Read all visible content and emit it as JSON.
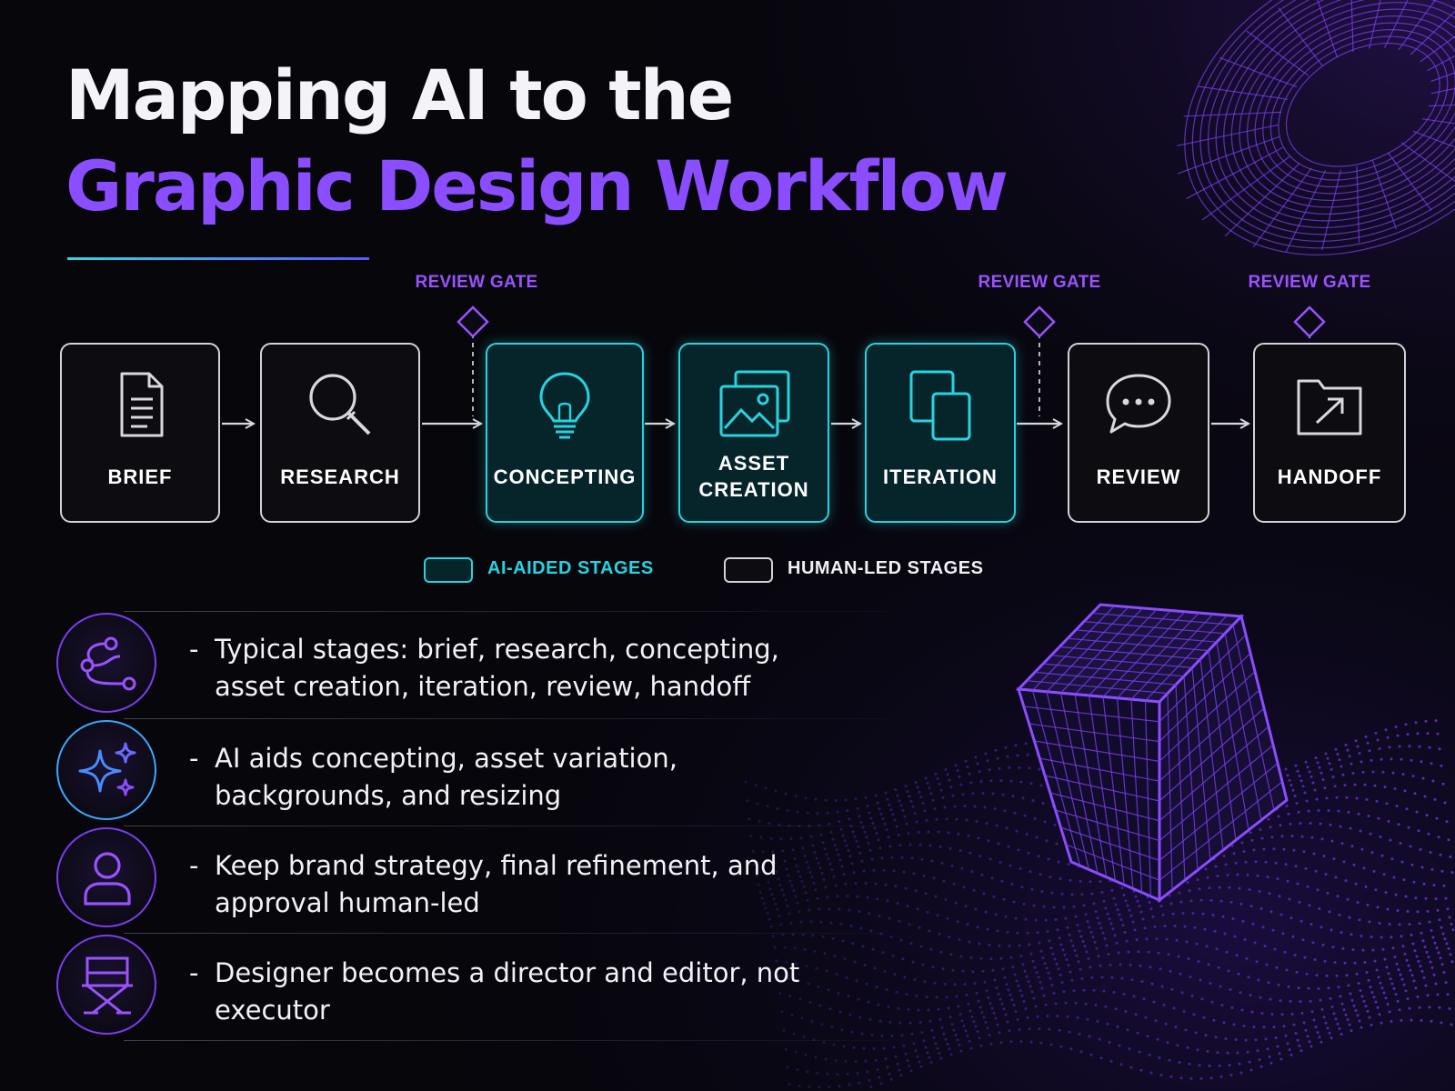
{
  "title": {
    "line1": "Mapping AI to the",
    "line2": "Graphic Design Workflow"
  },
  "colors": {
    "ai_accent": "#27d3e0",
    "human_border": "#d2d2d8",
    "purple_accent": "#8a4dff",
    "background": "#06060b"
  },
  "review_gates": [
    {
      "label": "REVIEW GATE",
      "before": "CONCEPTING"
    },
    {
      "label": "REVIEW GATE",
      "before": "REVIEW"
    },
    {
      "label": "REVIEW GATE",
      "above": "HANDOFF"
    }
  ],
  "stages": [
    {
      "label": "BRIEF",
      "type": "human",
      "icon": "document-icon"
    },
    {
      "label": "RESEARCH",
      "type": "human",
      "icon": "magnifier-icon"
    },
    {
      "label": "CONCEPTING",
      "type": "ai",
      "icon": "lightbulb-icon"
    },
    {
      "label": "ASSET\nCREATION",
      "type": "ai",
      "icon": "image-stack-icon"
    },
    {
      "label": "ITERATION",
      "type": "ai",
      "icon": "duplicate-icon"
    },
    {
      "label": "REVIEW",
      "type": "human",
      "icon": "chat-bubble-icon"
    },
    {
      "label": "HANDOFF",
      "type": "human",
      "icon": "folder-export-icon"
    }
  ],
  "legend": {
    "ai_label": "AI-AIDED STAGES",
    "human_label": "HUMAN-LED STAGES"
  },
  "bullets": [
    {
      "icon": "path-nodes-icon",
      "dash": "-",
      "text": "Typical stages: brief, research, concepting, asset creation, iteration, review, handoff"
    },
    {
      "icon": "sparkles-icon",
      "dash": "-",
      "text": "AI aids concepting, asset variation, backgrounds, and resizing"
    },
    {
      "icon": "person-icon",
      "dash": "-",
      "text": "Keep brand strategy, final refinement, and approval human-led"
    },
    {
      "icon": "director-chair-icon",
      "dash": "-",
      "text": "Designer becomes a director and editor, not executor"
    }
  ]
}
